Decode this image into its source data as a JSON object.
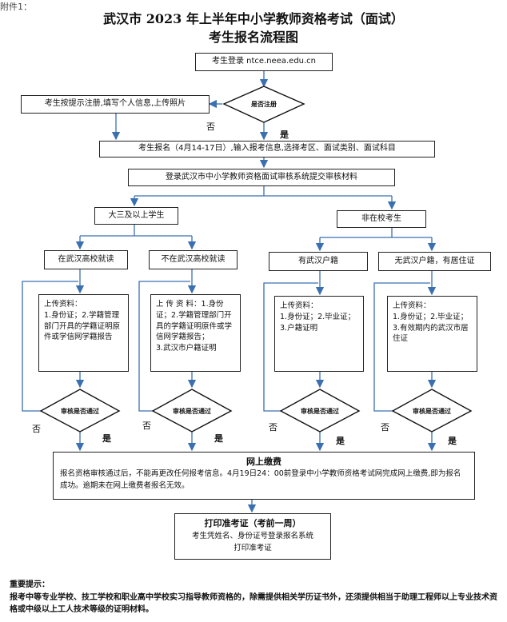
{
  "header": {
    "prefix": "附件1："
  },
  "title": {
    "line1": "武汉市 2023 年上半年中小学教师资格考试（面试）",
    "line2": "考生报名流程图"
  },
  "flow": {
    "login": "考生登录 ntce.neea.edu.cn",
    "register": "考生按提示注册,填写个人信息,上传照片",
    "registered_q": "是否注册",
    "enroll": "考生报名（4月14-17日）,输入报考信息,选择考区、面试类别、面试科目",
    "submit": "登录武汉市中小学教师资格面试审核系统提交审核材料",
    "student": "大三及以上学生",
    "nonstudent": "非在校考生",
    "in_wuhan": "在武汉高校就读",
    "not_in_wuhan": "不在武汉高校就读",
    "has_hukou": "有武汉户籍",
    "no_hukou": "无武汉户籍，有居住证",
    "upload1": "上传资料：\n1.身份证；2.学籍管理部门开具的学籍证明原件或学信网学籍报告",
    "upload2": "上 传 资 料：1.身份证；2.学籍管理部门开具的学籍证明原件或学信网学籍报告；\n3.武汉市户籍证明",
    "upload3": "上传资料：\n1.身份证；2.毕业证；3.户籍证明",
    "upload4": "上传资料：\n1.身份证；2.毕业证；3.有效期内的武汉市居住证",
    "review_q": "审核是否通过",
    "yes": "是",
    "no": "否",
    "pay_title": "网上缴费",
    "pay_body": "报名资格审核通过后，不能再更改任何报考信息。4月19日24：00前登录中小学教师资格考试网完成网上缴费,即为报名成功。逾期未在网上缴费者报名无效。",
    "print_title": "打印准考证（考前一周）",
    "print_body": "考生凭姓名、身份证号登录报名系统打印准考证"
  },
  "tips": {
    "title": "重要提示：",
    "body": "报考中等专业学校、技工学校和职业高中学校实习指导教师资格的，除需提供相关学历证书外，还须提供相当于助理工程师以上专业技术资格或中级以上工人技术等级的证明材料。"
  }
}
